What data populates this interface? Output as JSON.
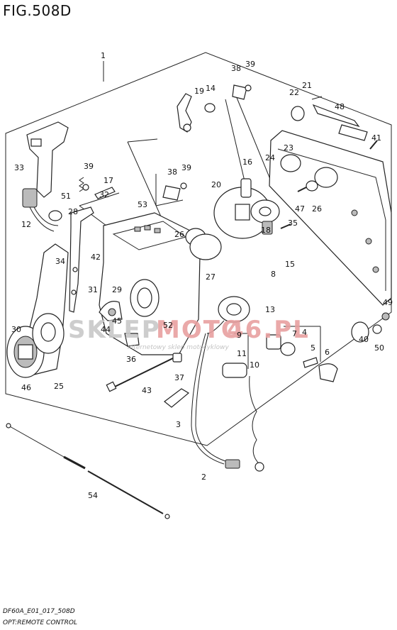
{
  "figure": {
    "title": "FIG.508D",
    "code": "DF60A_E01_017_508D",
    "caption": "OPT:REMOTE CONTROL"
  },
  "watermark": {
    "brand_a": "SKLEP",
    "brand_b": "MOTO",
    "brand_c": "46.PL",
    "tagline": "internetowy sklep motocyklowy",
    "colors": {
      "grey": "#c8c8c8",
      "red": "#e8a0a0"
    }
  },
  "callouts": [
    {
      "id": "c1",
      "label": "1"
    },
    {
      "id": "c2",
      "label": "2"
    },
    {
      "id": "c3",
      "label": "3"
    },
    {
      "id": "c4",
      "label": "4"
    },
    {
      "id": "c5",
      "label": "5"
    },
    {
      "id": "c6",
      "label": "6"
    },
    {
      "id": "c7",
      "label": "7"
    },
    {
      "id": "c8",
      "label": "8"
    },
    {
      "id": "c9",
      "label": "9"
    },
    {
      "id": "c10",
      "label": "10"
    },
    {
      "id": "c11",
      "label": "11"
    },
    {
      "id": "c12",
      "label": "12"
    },
    {
      "id": "c13",
      "label": "13"
    },
    {
      "id": "c14",
      "label": "14"
    },
    {
      "id": "c15",
      "label": "15"
    },
    {
      "id": "c16",
      "label": "16"
    },
    {
      "id": "c17",
      "label": "17"
    },
    {
      "id": "c18",
      "label": "18"
    },
    {
      "id": "c19",
      "label": "19"
    },
    {
      "id": "c20",
      "label": "20"
    },
    {
      "id": "c21",
      "label": "21"
    },
    {
      "id": "c22",
      "label": "22"
    },
    {
      "id": "c23",
      "label": "23"
    },
    {
      "id": "c24",
      "label": "24"
    },
    {
      "id": "c25",
      "label": "25"
    },
    {
      "id": "c26a",
      "label": "26"
    },
    {
      "id": "c26b",
      "label": "26"
    },
    {
      "id": "c27",
      "label": "27"
    },
    {
      "id": "c28",
      "label": "28"
    },
    {
      "id": "c29",
      "label": "29"
    },
    {
      "id": "c30",
      "label": "30"
    },
    {
      "id": "c31",
      "label": "31"
    },
    {
      "id": "c32",
      "label": "32"
    },
    {
      "id": "c33",
      "label": "33"
    },
    {
      "id": "c34",
      "label": "34"
    },
    {
      "id": "c35",
      "label": "35"
    },
    {
      "id": "c36",
      "label": "36"
    },
    {
      "id": "c37",
      "label": "37"
    },
    {
      "id": "c38a",
      "label": "38"
    },
    {
      "id": "c38b",
      "label": "38"
    },
    {
      "id": "c39a",
      "label": "39"
    },
    {
      "id": "c39b",
      "label": "39"
    },
    {
      "id": "c39c",
      "label": "39"
    },
    {
      "id": "c40",
      "label": "40"
    },
    {
      "id": "c41",
      "label": "41"
    },
    {
      "id": "c42",
      "label": "42"
    },
    {
      "id": "c43",
      "label": "43"
    },
    {
      "id": "c44",
      "label": "44"
    },
    {
      "id": "c45",
      "label": "45"
    },
    {
      "id": "c46",
      "label": "46"
    },
    {
      "id": "c47",
      "label": "47"
    },
    {
      "id": "c48",
      "label": "48"
    },
    {
      "id": "c49",
      "label": "49"
    },
    {
      "id": "c50",
      "label": "50"
    },
    {
      "id": "c51",
      "label": "51"
    },
    {
      "id": "c52",
      "label": "52"
    },
    {
      "id": "c53",
      "label": "53"
    },
    {
      "id": "c54",
      "label": "54"
    }
  ]
}
